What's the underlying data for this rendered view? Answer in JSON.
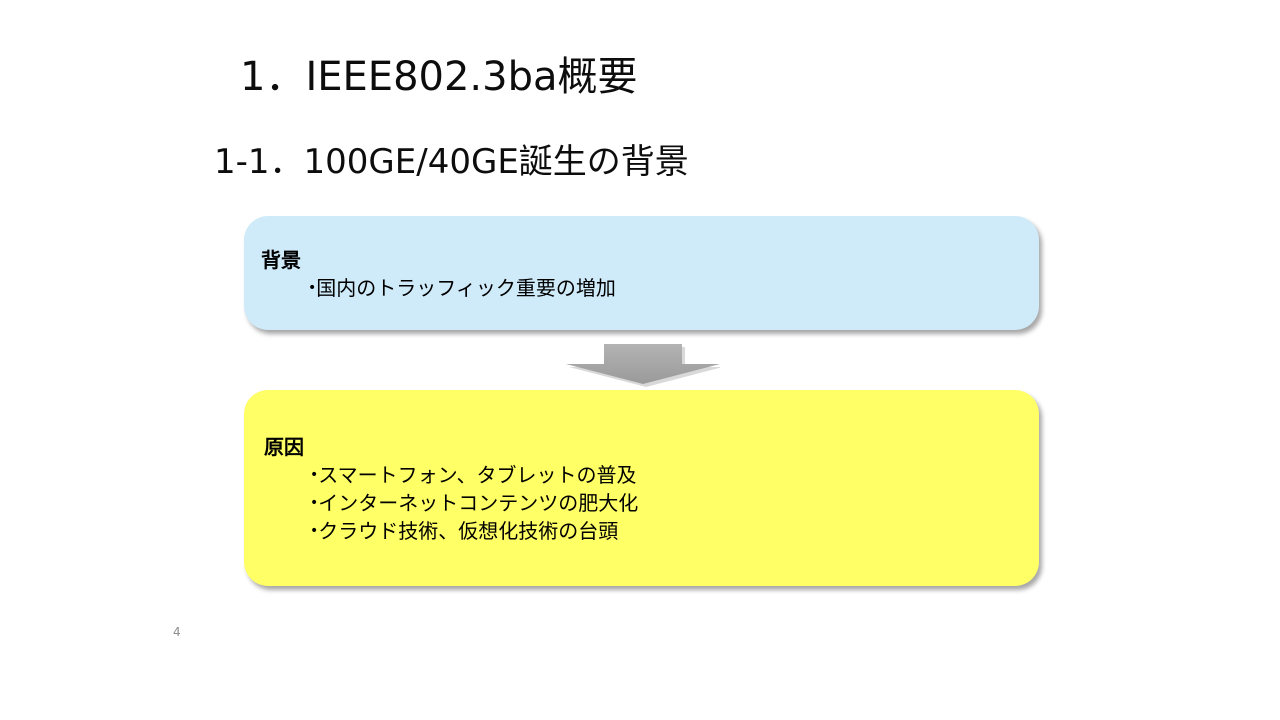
{
  "slide": {
    "title": "1．IEEE802.3ba概要",
    "subtitle": "1-1．100GE/40GE誕生の背景",
    "page_number": "4"
  },
  "background_box": {
    "heading": "背景",
    "bullet_glyph": "•",
    "items": [
      "国内のトラッフィック重要の増加"
    ],
    "color": "#cfeaf9"
  },
  "cause_box": {
    "heading": "原因",
    "bullet_glyph": "•",
    "items": [
      "スマートフォン、タブレットの普及",
      "インターネットコンテンツの肥大化",
      "クラウド技術、仮想化技術の台頭"
    ],
    "color": "#ffff66"
  },
  "arrow": {
    "icon": "down-arrow-icon",
    "color": "#a6a6a6"
  }
}
